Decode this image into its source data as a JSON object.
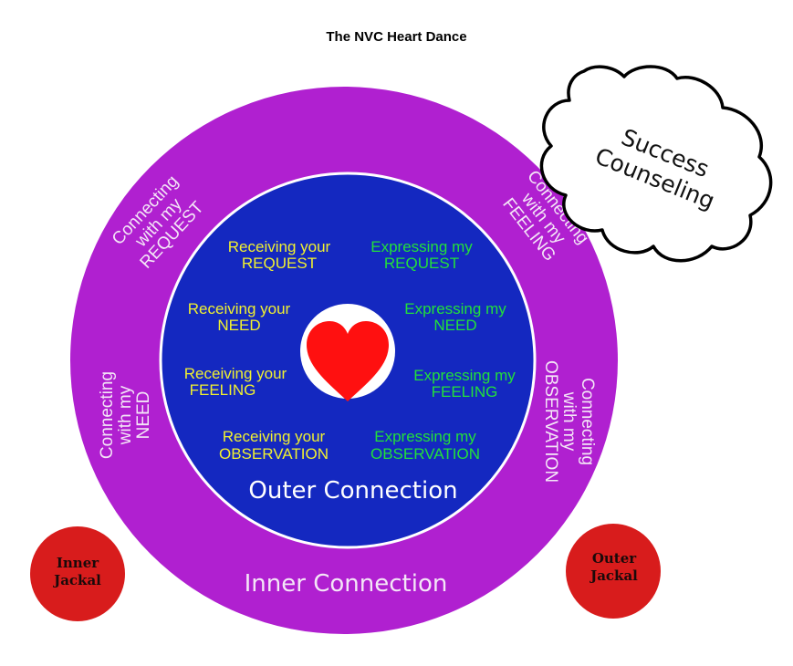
{
  "title": "The NVC Heart Dance",
  "colors": {
    "outer_ring": "#b020d0",
    "inner_disc": "#1428c0",
    "heart": "#ff1010",
    "receiving_text": "#f0f030",
    "expressing_text": "#22e03a",
    "jackal": "#d81c1c"
  },
  "cloud": {
    "line1": "Success",
    "line2": "Counseling"
  },
  "ring_labels": {
    "request": {
      "line1": "Connecting",
      "line2": "with my",
      "line3": "REQUEST"
    },
    "feeling": {
      "line1": "Connecting",
      "line2": "with my",
      "line3": "FEELING"
    },
    "need": {
      "line1": "Connecting",
      "line2": "with my",
      "line3": "NEED"
    },
    "observation": {
      "line1": "Connecting",
      "line2": "with my",
      "line3": "OBSERVATION"
    },
    "bottom": "Inner Connection"
  },
  "receiving": [
    {
      "line1": "Receiving your",
      "line2": "REQUEST"
    },
    {
      "line1": "Receiving your",
      "line2": "NEED"
    },
    {
      "line1": "Receiving your",
      "line2": "FEELING"
    },
    {
      "line1": "Receiving your",
      "line2": "OBSERVATION"
    }
  ],
  "expressing": [
    {
      "line1": "Expressing my",
      "line2": "REQUEST"
    },
    {
      "line1": "Expressing my",
      "line2": "NEED"
    },
    {
      "line1": "Expressing my",
      "line2": "FEELING"
    },
    {
      "line1": "Expressing my",
      "line2": "OBSERVATION"
    }
  ],
  "outer_connection": "Outer Connection",
  "jackals": {
    "inner": {
      "line1": "Inner",
      "line2": "Jackal"
    },
    "outer": {
      "line1": "Outer",
      "line2": "Jackal"
    }
  },
  "center_icon": "heart-icon"
}
